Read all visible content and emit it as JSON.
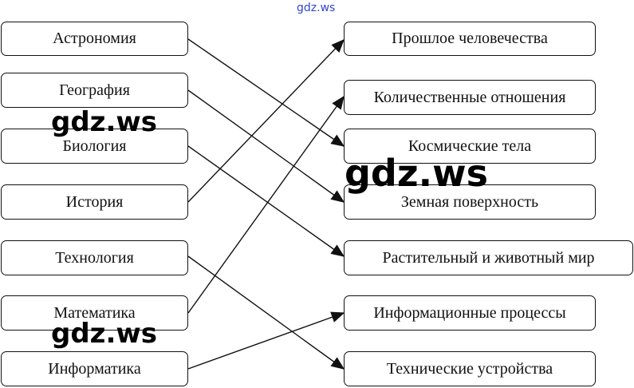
{
  "watermark": "gdz.ws",
  "left": [
    "Астрономия",
    "География",
    "Биология",
    "История",
    "Технология",
    "Математика",
    "Информатика"
  ],
  "right": [
    "Прошлое человечества",
    "Количественные отношения",
    "Космические тела",
    "Земная поверхность",
    "Растительный и животный мир",
    "Информационные процессы",
    "Технические устройства"
  ],
  "connections": [
    [
      0,
      2
    ],
    [
      1,
      3
    ],
    [
      2,
      4
    ],
    [
      3,
      0
    ],
    [
      4,
      6
    ],
    [
      5,
      1
    ],
    [
      6,
      5
    ]
  ]
}
